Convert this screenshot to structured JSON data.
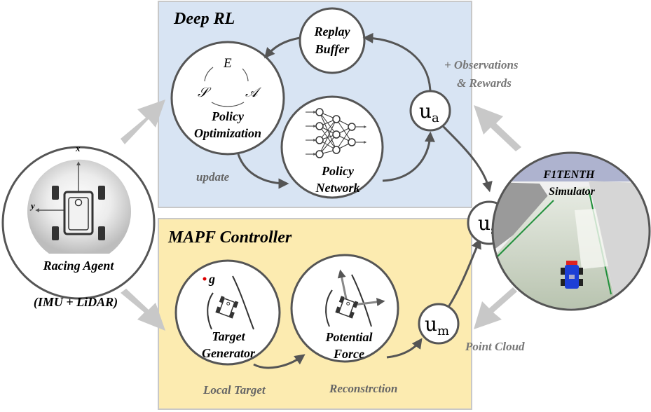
{
  "deep_rl": {
    "title": "Deep RL",
    "replay_buffer": [
      "Replay",
      "Buffer"
    ],
    "policy_optimization": [
      "Policy",
      "Optimization"
    ],
    "policy_network": [
      "Policy",
      "Network"
    ],
    "cycle": {
      "e": "E",
      "s": "𝒮",
      "a": "𝒜"
    },
    "update_label": "update",
    "u_a": {
      "base": "u",
      "sub": "a"
    }
  },
  "mapf": {
    "title": "MAPF Controller",
    "target_generator": [
      "Target",
      "Generator"
    ],
    "potential_force": [
      "Potential",
      "Force"
    ],
    "goal_label": "g",
    "local_target_label": "Local Target",
    "reconstruction_label": "Reconstrction",
    "u_m": {
      "base": "u",
      "sub": "m"
    }
  },
  "agent": {
    "label": "Racing Agent",
    "sensors": "(IMU + LiDAR)",
    "axis_x": "x",
    "axis_y": "y"
  },
  "simulator": {
    "title": [
      "F1TENTH",
      "Simulator"
    ]
  },
  "u_s": {
    "base": "u",
    "sub": "s"
  },
  "observations_label": [
    "+ Observations",
    "& Rewards"
  ],
  "point_cloud_label": "Point Cloud",
  "colors": {
    "rl_panel": "#d8e4f3",
    "mapf_panel": "#fcebb0",
    "panel_border": "#c8c8c8",
    "arrow_dark": "#555555",
    "arrow_big": "#c8c8c8"
  }
}
